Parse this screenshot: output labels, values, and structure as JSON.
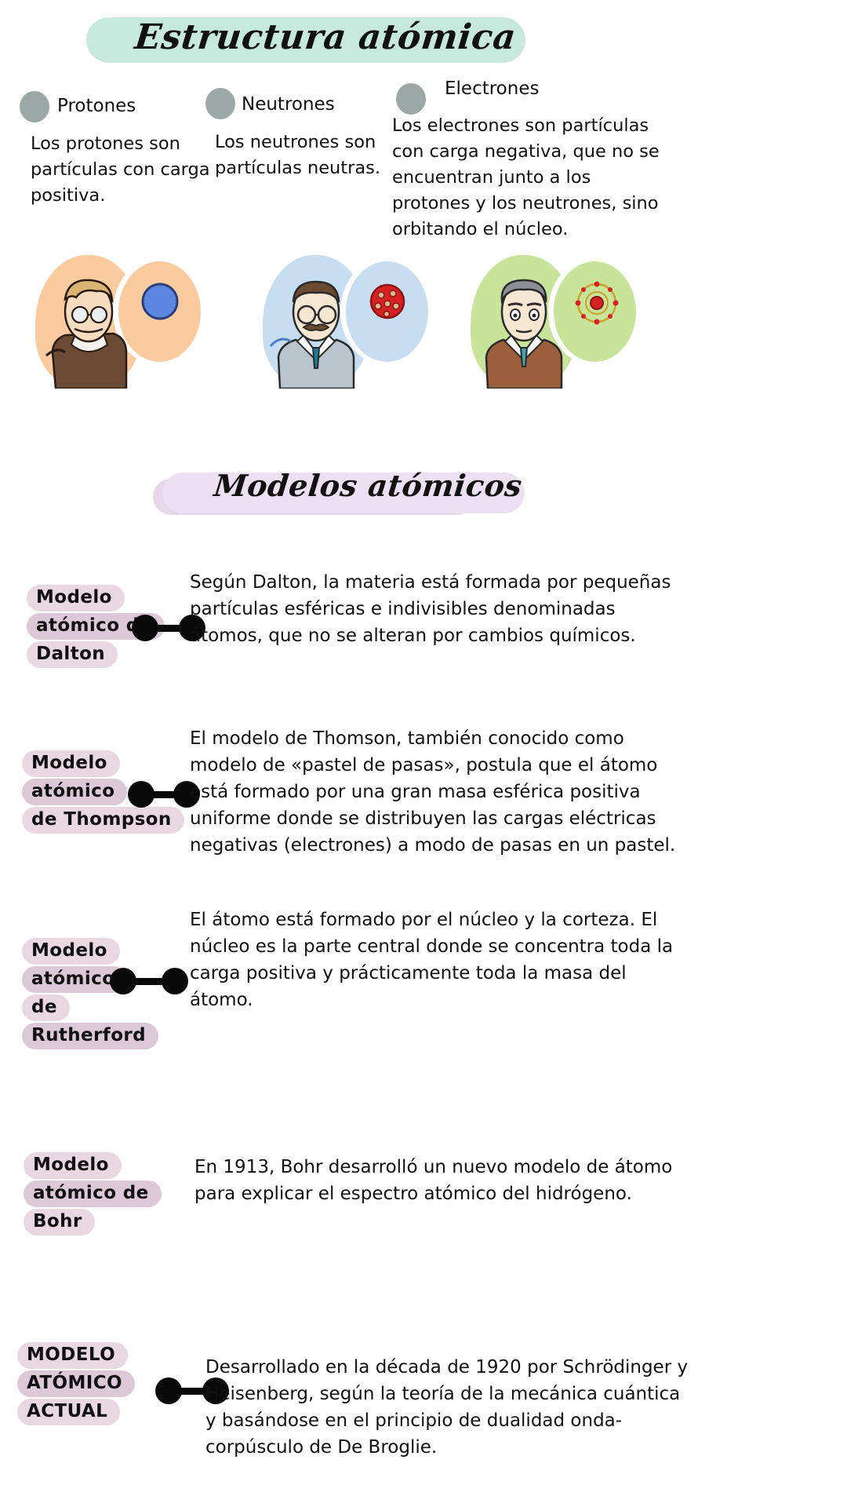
{
  "header": {
    "title": "Estructura atómica"
  },
  "particles": [
    {
      "key": "protones",
      "name": "Protones",
      "description": "Los protones son partículas con carga positiva.",
      "dot_color": "#9ca8a5"
    },
    {
      "key": "neutrones",
      "name": "Neutrones",
      "description": "Los neutrones son partículas neutras.",
      "dot_color": "#9ca8a5"
    },
    {
      "key": "electrones",
      "name": "Electrones",
      "description": "Los electrones son partículas con carga negativa, que no se encuentran junto a los protones y los neutrones, sino orbitando el núcleo.",
      "dot_color": "#9ca8a5"
    }
  ],
  "portraits": [
    {
      "key": "dalton",
      "blob_color": "#f9cb9e",
      "atom_color": "#4f7fdc"
    },
    {
      "key": "thomson",
      "blob_color": "#c6ddf2",
      "atom_color": "#d62222"
    },
    {
      "key": "rutherford",
      "blob_color": "#c8e49b",
      "atom_color": "#d62222"
    }
  ],
  "models_section": {
    "title": "Modelos atómicos",
    "banner_color": "#ece0f2",
    "label_color": "#e9d7e2",
    "models": [
      {
        "key": "dalton",
        "label_lines": [
          "Modelo",
          "atómico de",
          "Dalton"
        ],
        "description": "Según Dalton, la materia está formada por pequeñas partículas esféricas e indivisibles denominadas átomos, que no se alteran por cambios químicos."
      },
      {
        "key": "thompson",
        "label_lines": [
          "Modelo",
          "atómico",
          "de Thompson"
        ],
        "description": "El modelo de Thomson, también conocido como modelo de «pastel de pasas», postula que el átomo está formado por una gran masa esférica positiva uniforme donde se distribuyen las cargas eléctricas negativas (electrones) a modo de pasas en un pastel."
      },
      {
        "key": "rutherford",
        "label_lines": [
          "Modelo",
          "atómico",
          "de",
          "Rutherford"
        ],
        "description": "El átomo está formado por el núcleo y la corteza. El núcleo es la parte central donde se concentra toda la carga positiva y  prácticamente toda la masa del átomo."
      },
      {
        "key": "bohr",
        "label_lines": [
          "Modelo",
          "atómico de",
          "Bohr"
        ],
        "description": "En 1913, Bohr desarrolló un nuevo modelo de átomo para explicar el espectro atómico del hidrógeno."
      },
      {
        "key": "actual",
        "label_lines": [
          "MODELO",
          "ATÓMICO",
          "ACTUAL"
        ],
        "description": "Desarrollado en la década de 1920 por Schrödinger y Heisenberg, según la teoría de la mecánica cuántica y basándose en el principio de dualidad onda-corpúsculo de De Broglie."
      }
    ]
  }
}
